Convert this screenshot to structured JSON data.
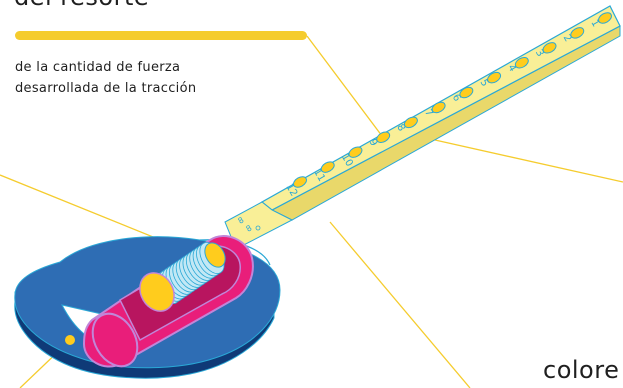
{
  "labels": {
    "title_fragment": "del resorte",
    "caption_line_1": "de la cantidad de fuerza",
    "caption_line_2": "desarrollada de la tracción",
    "bottom_fragment": "colore"
  },
  "ruler": {
    "numbers": [
      "1",
      "2",
      "3",
      "4",
      "5",
      "6",
      "7",
      "8",
      "9",
      "10",
      "11",
      "12"
    ],
    "small_marks": [
      "8",
      "8"
    ]
  },
  "colors": {
    "leader_line": "#f5cc2e",
    "ruler_fill": "#f9ef97",
    "ruler_outline": "#2aa8d6",
    "base_dark": "#0f3a77",
    "base_light": "#2e6db4",
    "housing": "#e91e7a",
    "housing_edge": "#c186d9",
    "spring": "#c2e8f5",
    "plug": "#ffcc1d",
    "text": "#1f1f1f"
  }
}
